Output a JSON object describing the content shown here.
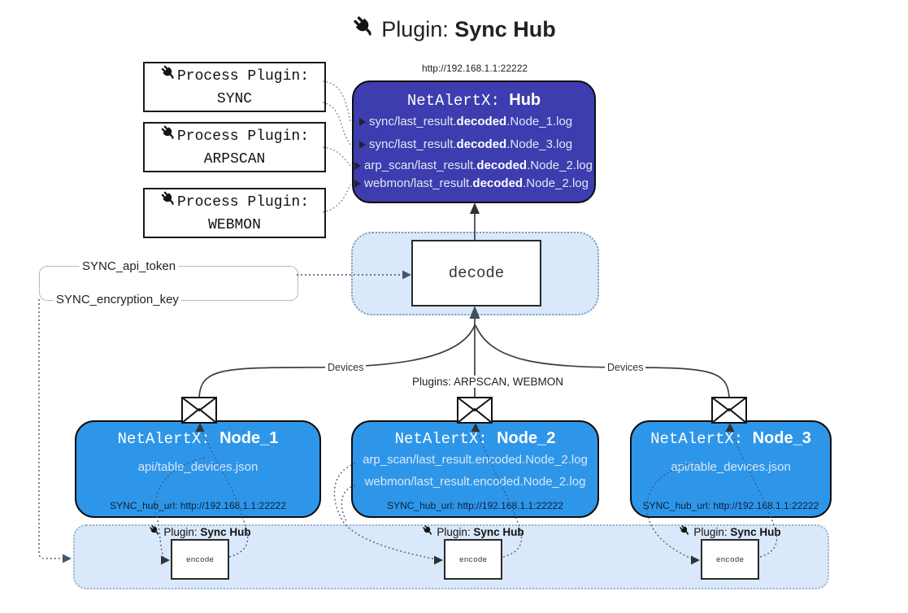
{
  "title": {
    "prefix": "Plugin: ",
    "bold": "Sync Hub"
  },
  "process_plugins": [
    {
      "label": "Process Plugin:",
      "name": "SYNC"
    },
    {
      "label": "Process Plugin:",
      "name": "ARPSCAN"
    },
    {
      "label": "Process Plugin:",
      "name": "WEBMON"
    }
  ],
  "hub": {
    "url_label": "http://192.168.1.1:22222",
    "title_prefix": "NetAlertX: ",
    "title_bold": "Hub",
    "logs": [
      {
        "pre": "sync/last_result.",
        "bold": "decoded",
        "post": ".Node_1.log"
      },
      {
        "pre": "sync/last_result.",
        "bold": "decoded",
        "post": ".Node_3.log"
      },
      {
        "pre": "arp_scan/last_result.",
        "bold": "decoded",
        "post": ".Node_2.log"
      },
      {
        "pre": "webmon/last_result.",
        "bold": "decoded",
        "post": ".Node_2.log"
      }
    ]
  },
  "decode_box": {
    "label": "decode"
  },
  "secrets": {
    "api_token": "SYNC_api_token",
    "encryption_key": "SYNC_encryption_key"
  },
  "edges": {
    "devices_left": "Devices",
    "devices_right": "Devices",
    "plugins_center": "Plugins: ARPSCAN, WEBMON"
  },
  "nodes": [
    {
      "title_prefix": "NetAlertX: ",
      "title_bold": "Node_1",
      "files": [
        "api/table_devices.json"
      ],
      "hub_url": "SYNC_hub_url: http://192.168.1.1:22222"
    },
    {
      "title_prefix": "NetAlertX: ",
      "title_bold": "Node_2",
      "files": [
        "arp_scan/last_result.encoded.Node_2.log",
        "webmon/last_result.encoded.Node_2.log"
      ],
      "hub_url": "SYNC_hub_url: http://192.168.1.1:22222"
    },
    {
      "title_prefix": "NetAlertX: ",
      "title_bold": "Node_3",
      "files": [
        "api/table_devices.json"
      ],
      "hub_url": "SYNC_hub_url: http://192.168.1.1:22222"
    }
  ],
  "encoders": [
    {
      "prefix": "Plugin: ",
      "bold": "Sync Hub",
      "box_label": "encode"
    },
    {
      "prefix": "Plugin: ",
      "bold": "Sync Hub",
      "box_label": "encode"
    },
    {
      "prefix": "Plugin: ",
      "bold": "Sync Hub",
      "box_label": "encode"
    }
  ],
  "icons": {
    "plug": "plug-icon",
    "envelope": "envelope-icon"
  },
  "colors": {
    "hub_bg": "#3d3daf",
    "node_bg": "#2e96e9",
    "panel_bg": "#d9e8fa",
    "line": "#3f3f3f",
    "text_light": "#e4e6f2"
  }
}
